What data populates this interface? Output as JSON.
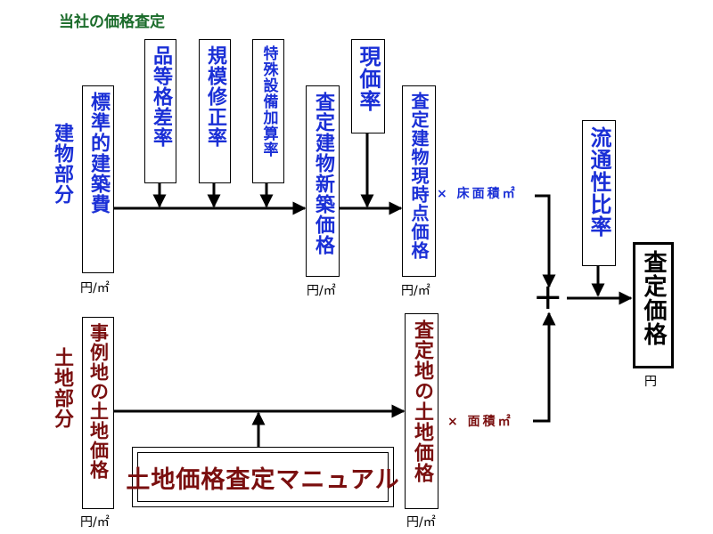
{
  "title": "当社の価格査定",
  "building": {
    "section_label": "建物部分",
    "standard_cost": "標準的建築費",
    "grade_diff": "品等格差率",
    "scale_correction": "規模修正率",
    "special_equipment": "特殊設備加算率",
    "new_building_price": "査定建物新築価格",
    "present_rate": "現価率",
    "present_price": "査定建物現時点価格",
    "floor_area": "× 床面積㎡",
    "unit_standard": "円/㎡",
    "unit_new": "円/㎡",
    "unit_present": "円/㎡"
  },
  "land": {
    "section_label": "土地部分",
    "example_price": "事例地の土地価格",
    "manual": "土地価格査定マニュアル",
    "assessed_price": "査定地の土地価格",
    "area": "× 面積㎡",
    "unit_example": "円/㎡",
    "unit_assessed": "円/㎡"
  },
  "plus_sign": "+",
  "liquidity": "流通性比率",
  "final": {
    "label": "査定価格",
    "unit": "円"
  }
}
